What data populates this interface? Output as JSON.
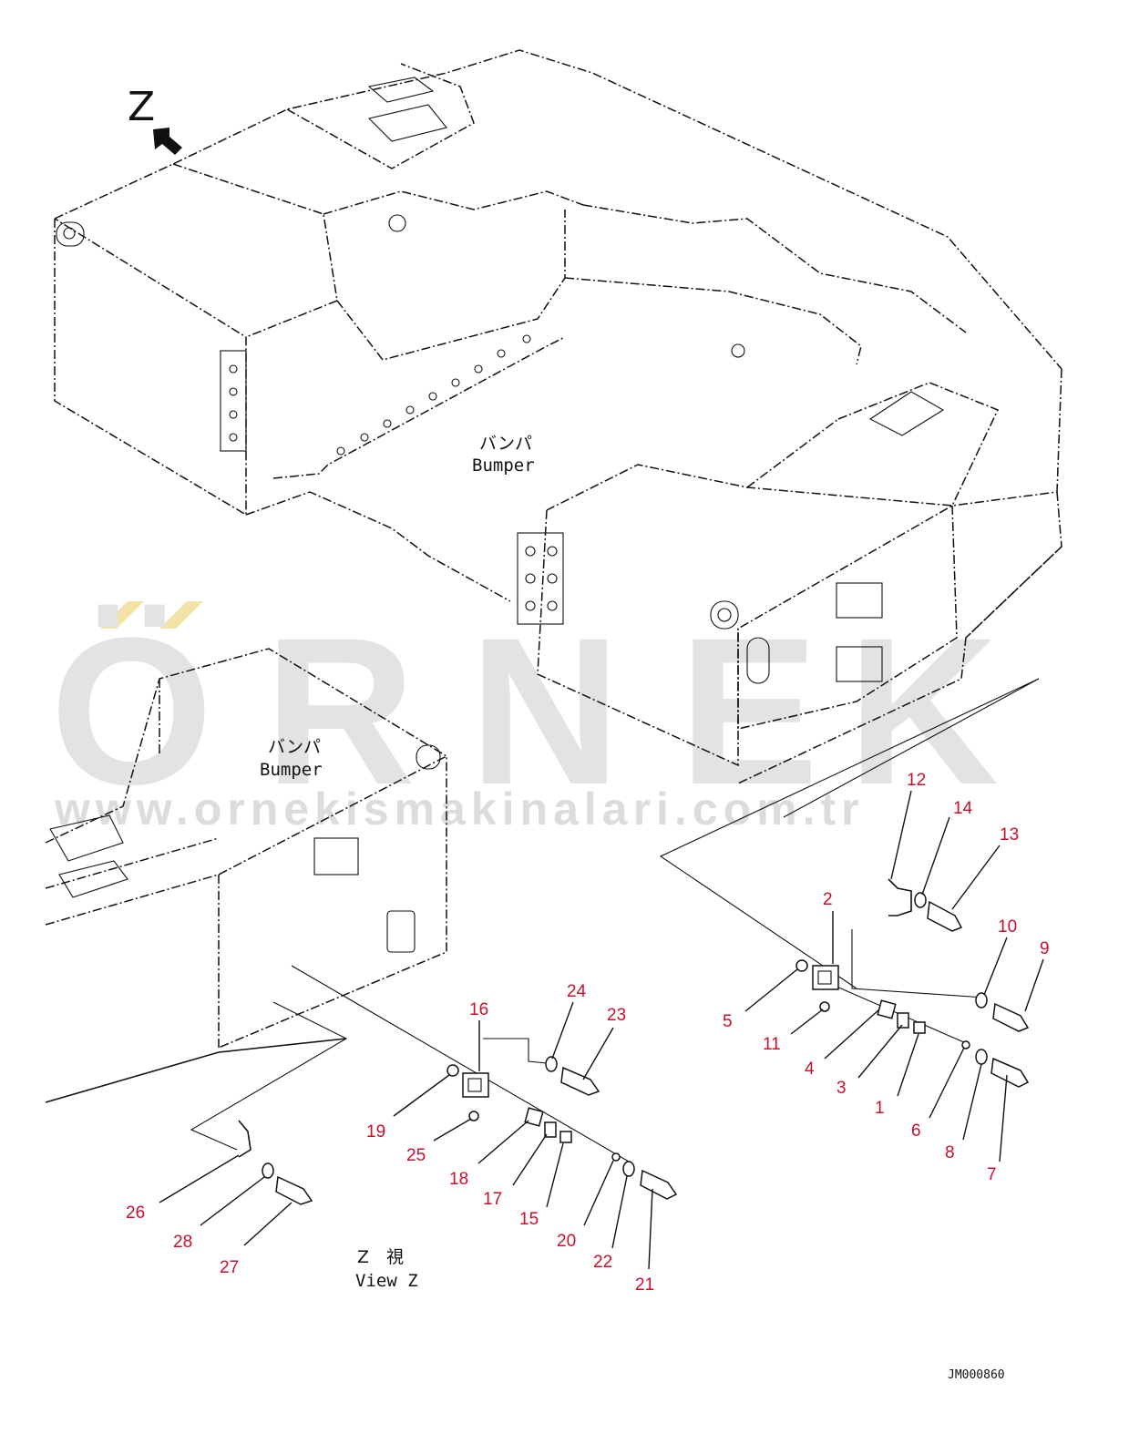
{
  "watermark": {
    "brand": "ÖRNEK",
    "letters": [
      "Ö",
      "R",
      "N",
      "E",
      "K"
    ],
    "url": "www.ornekismakinalari.com.tr",
    "brand_color": "#e3e3e6",
    "accent_color": "#f4e3a6"
  },
  "view_indicator": {
    "letter": "Z"
  },
  "labels": {
    "bumper_main_jp": "バンパ",
    "bumper_main_en": "Bumper",
    "bumper_detail_jp": "バンパ",
    "bumper_detail_en": "Bumper",
    "view_jp": "Z　視",
    "view_en": "View Z",
    "drawing_code": "JM000860"
  },
  "callouts": [
    "1",
    "2",
    "3",
    "4",
    "5",
    "6",
    "7",
    "8",
    "9",
    "10",
    "11",
    "12",
    "13",
    "14",
    "15",
    "16",
    "17",
    "18",
    "19",
    "20",
    "21",
    "22",
    "23",
    "24",
    "25",
    "26",
    "27",
    "28"
  ],
  "callout_color": "#c8102e"
}
